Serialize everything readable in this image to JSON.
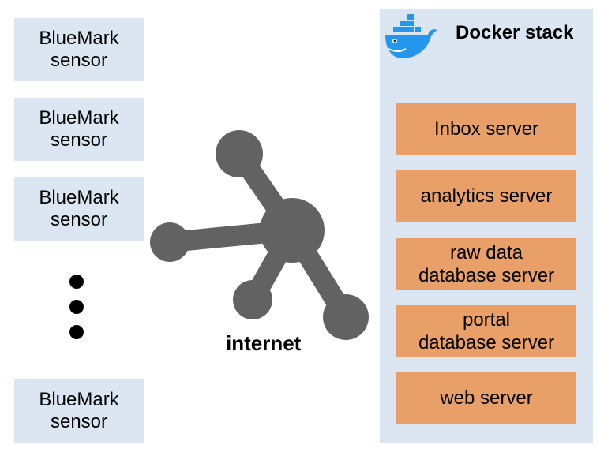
{
  "sensors": [
    {
      "line1": "BlueMark",
      "line2": "sensor"
    },
    {
      "line1": "BlueMark",
      "line2": "sensor"
    },
    {
      "line1": "BlueMark",
      "line2": "sensor"
    },
    {
      "line1": "BlueMark",
      "line2": "sensor"
    }
  ],
  "network": {
    "label": "internet",
    "icon": "network-hub-icon",
    "color": "#626262"
  },
  "stack": {
    "title": "Docker stack",
    "logo_icon": "docker-whale-icon",
    "servers": [
      {
        "line1": "Inbox server",
        "line2": ""
      },
      {
        "line1": "analytics server",
        "line2": ""
      },
      {
        "line1": "raw data",
        "line2": "database server"
      },
      {
        "line1": "portal",
        "line2": "database server"
      },
      {
        "line1": "web server",
        "line2": ""
      }
    ]
  },
  "colors": {
    "sensor_fill": "#dce6f2",
    "stack_fill": "#dce6f2",
    "server_fill": "#e8a068",
    "docker_blue": "#2496ed"
  }
}
